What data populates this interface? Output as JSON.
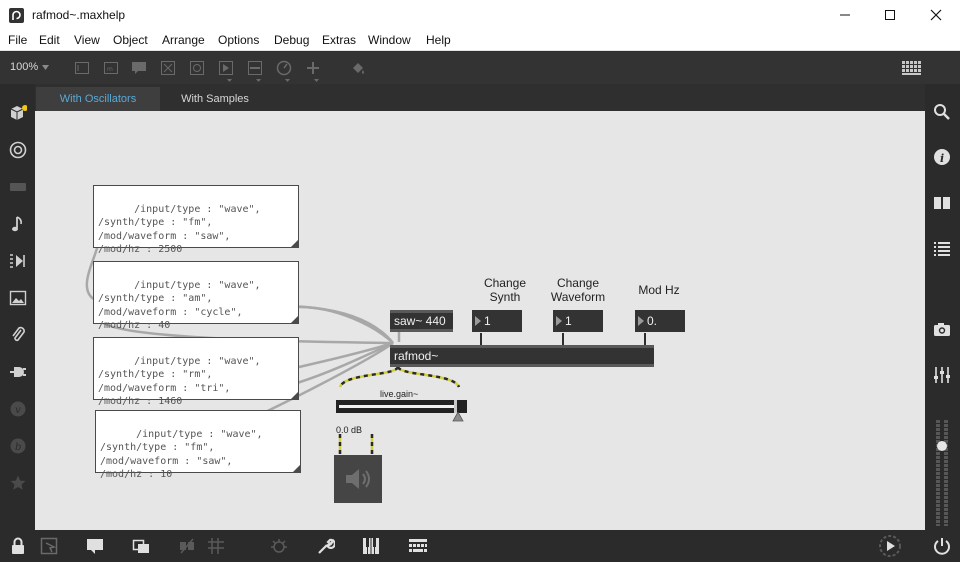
{
  "window": {
    "title": "rafmod~.maxhelp"
  },
  "menubar": {
    "items": [
      "File",
      "Edit",
      "View",
      "Object",
      "Arrange",
      "Options",
      "Debug",
      "Extras",
      "Window",
      "Help"
    ]
  },
  "toolbar": {
    "zoom": "100%"
  },
  "tabs": [
    {
      "label": "With Oscillators",
      "selected": true
    },
    {
      "label": "With Samples",
      "selected": false
    }
  ],
  "patch": {
    "messages": [
      "/input/type : \"wave\",\n/synth/type : \"fm\",\n/mod/waveform : \"saw\",\n/mod/hz : 2500",
      "/input/type : \"wave\",\n/synth/type : \"am\",\n/mod/waveform : \"cycle\",\n/mod/hz : 40",
      "/input/type : \"wave\",\n/synth/type : \"rm\",\n/mod/waveform : \"tri\",\n/mod/hz : 1460",
      "/input/type : \"wave\",\n/synth/type : \"fm\",\n/mod/waveform : \"saw\",\n/mod/hz : 10"
    ],
    "saw_object": "saw~ 440",
    "rafmod_object": "rafmod~",
    "comments": {
      "change_synth": "Change\nSynth",
      "change_waveform": "Change\nWaveform",
      "mod_hz": "Mod Hz"
    },
    "number_boxes": {
      "synth": "1",
      "waveform": "1",
      "mod_hz": "0."
    },
    "gain": {
      "label": "live.gain~",
      "value_text": "0.0 dB",
      "level_fraction": 0.92
    }
  },
  "colors": {
    "accent": "#59a9d7",
    "canvas": "#e6e6e6",
    "chrome": "#2b2b2b",
    "object": "#333333",
    "badge": "#f2c811"
  },
  "icons": {
    "left_sidebar": [
      "package-icon",
      "target-icon",
      "device-icon",
      "music-note-icon",
      "sequence-icon",
      "image-icon",
      "clip-icon",
      "plug-icon",
      "vizzie-icon",
      "beap-icon",
      "star-icon"
    ],
    "right_sidebar": [
      "search-icon",
      "info-icon",
      "book-icon",
      "list-icon",
      "camera-icon",
      "mixer-icon"
    ],
    "bottom_bar": [
      "lock-icon",
      "presentation-icon",
      "comment-icon",
      "window-icon",
      "hide-icon",
      "grid-icon",
      "debug-icon",
      "wrench-icon",
      "piano-icon",
      "keyboard-icon",
      "transport-icon",
      "power-icon"
    ]
  }
}
